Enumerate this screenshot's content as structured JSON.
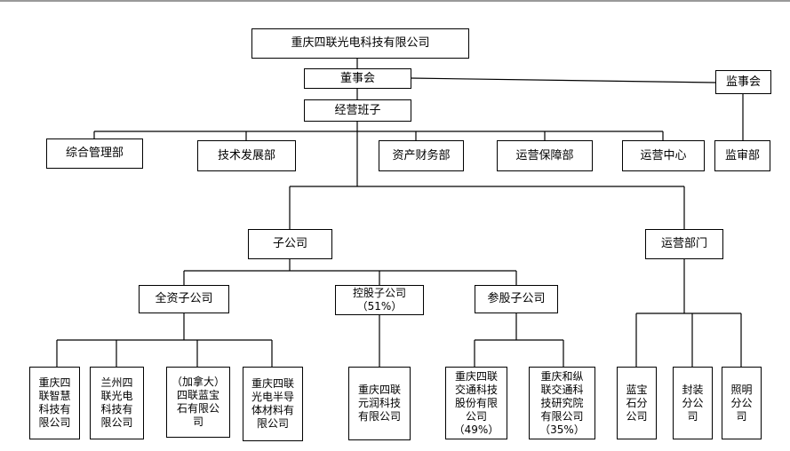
{
  "company": "重庆四联光电科技有限公司",
  "board": "董事会",
  "supervisory_board": "监事会",
  "management": "经营班子",
  "audit": "监审部",
  "departments": [
    "综合管理部",
    "技术发展部",
    "资产财务部",
    "运营保障部",
    "运营中心"
  ],
  "subsidiaries": "子公司",
  "operations_dept": "运营部门",
  "wholly_owned": "全资子公司",
  "holding": "控股子公司\n（51%）",
  "participating": "参股子公司",
  "wholly_owned_list": [
    "重庆四\n联智慧\n科技有\n限公司",
    "兰州四\n联光电\n科技有\n限公司",
    "（加拿大）\n四联蓝宝\n石有限公\n司",
    "重庆四联\n光电半导\n体材料有\n限公司"
  ],
  "holding_list": [
    "重庆四联\n元润科技\n有限公司"
  ],
  "participating_list": [
    "重庆四联\n交通科技\n股份有限\n公司\n（49%）",
    "重庆和纵\n联交通科\n技研究院\n有限公司\n（35%）"
  ],
  "branches": [
    "蓝宝\n石分\n公司",
    "封装\n分公\n司",
    "照明\n分公\n司"
  ]
}
